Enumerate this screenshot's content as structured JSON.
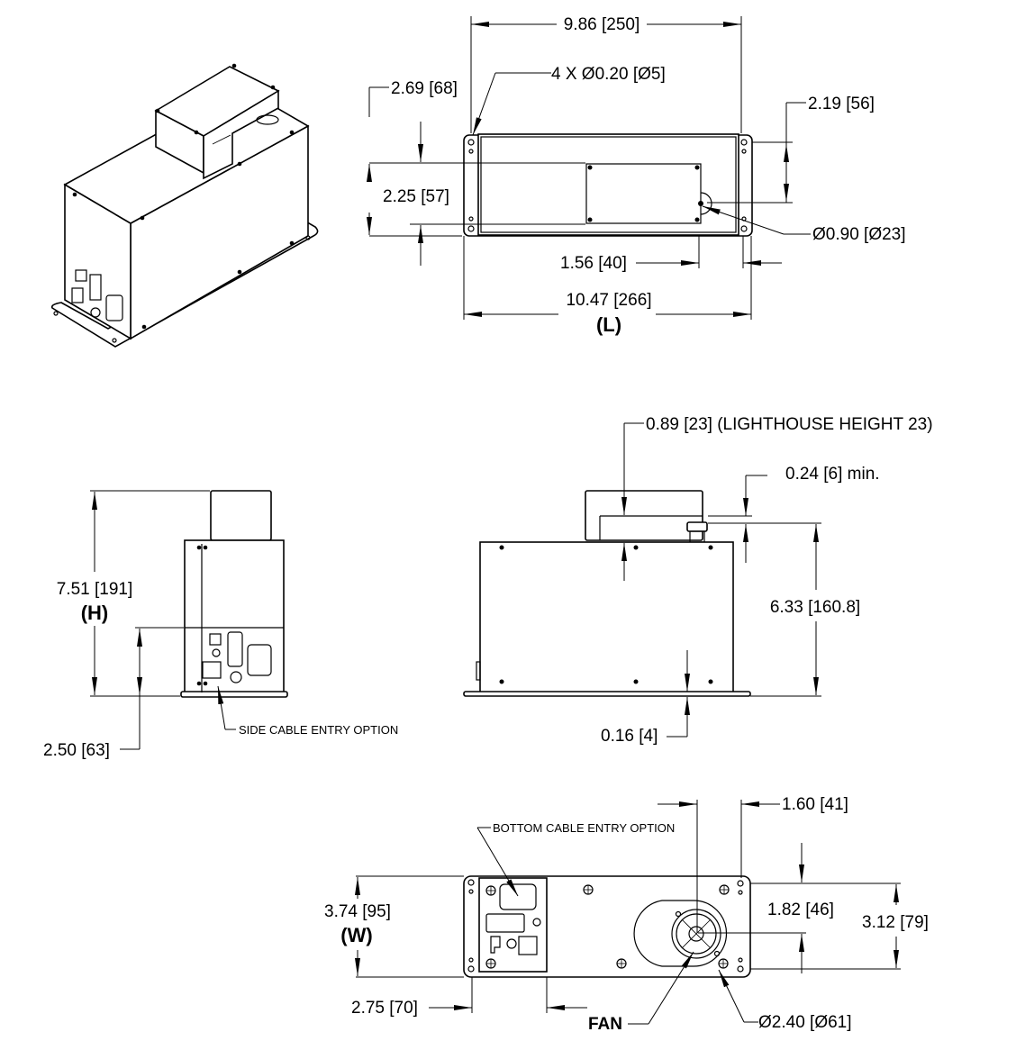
{
  "drawing": {
    "top_view": {
      "overall_length_mm_in": "9.86 [250]",
      "mount_holes": "4 X Ø0.20 [Ø5]",
      "offset_left": "2.69 [68]",
      "offset_right": "2.19 [56]",
      "inner_height": "2.25 [57]",
      "lighthouse_diameter": "Ø0.90 [Ø23]",
      "lighthouse_offset": "1.56 [40]",
      "base_length": "10.47 [266]",
      "length_tag": "(L)"
    },
    "side_view": {
      "height": "7.51 [191]",
      "height_tag": "(H)",
      "connector_height": "2.50 [63]",
      "side_cable_note": "SIDE CABLE ENTRY OPTION"
    },
    "front_view": {
      "lighthouse_height": "0.89 [23] (LIGHTHOUSE HEIGHT 23)",
      "clearance": "0.24 [6] min.",
      "body_height": "6.33 [160.8]",
      "flange_thickness": "0.16 [4]"
    },
    "bottom_view": {
      "bottom_cable_note": "BOTTOM CABLE ENTRY OPTION",
      "width": "3.74 [95]",
      "width_tag": "(W)",
      "cable_plate_width": "2.75 [70]",
      "fan_offset_x": "1.60 [41]",
      "fan_offset_y": "1.82 [46]",
      "hole_spacing": "3.12 [79]",
      "fan_label": "FAN",
      "fan_diameter": "Ø2.40 [Ø61]"
    }
  }
}
